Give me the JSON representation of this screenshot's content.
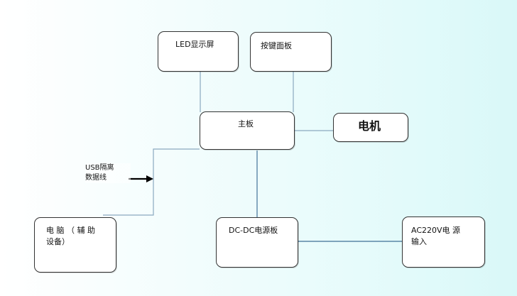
{
  "diagram": {
    "boxes": {
      "led_display": "LED显示屏",
      "key_panel": "按键面板",
      "mainboard": "主板",
      "motor": "电机",
      "computer": {
        "line1": "电 脑 （ 辅 助",
        "line2": "设备）"
      },
      "dcdc_board": "DC-DC电源板",
      "ac_input": {
        "line1": "AC220V电 源",
        "line2": "输入"
      }
    },
    "usb_label": {
      "line1": "USB隔离",
      "line2": "数据线"
    },
    "colors": {
      "connector": "#8aa9c0",
      "dc_connector": "#5a86a6",
      "arrow": "#000000",
      "box_border": "#333333"
    }
  }
}
